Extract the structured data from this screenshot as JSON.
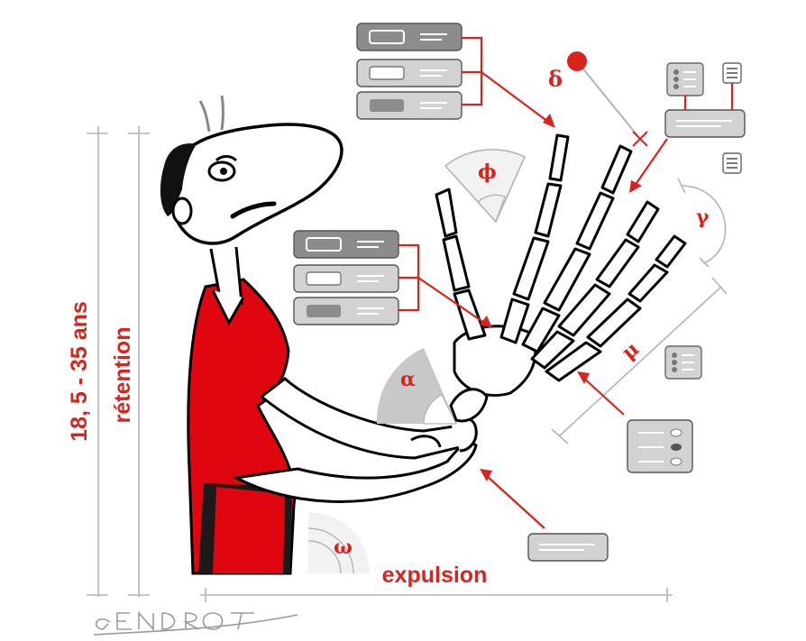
{
  "labels": {
    "age_range": "18, 5 - 35 ans",
    "retention": "rétention",
    "expulsion": "expulsion",
    "delta": "δ",
    "phi": "ϕ",
    "gamma": "γ",
    "mu": "μ",
    "alpha": "α",
    "omega": "ω"
  },
  "signature": "GENDROT",
  "colors": {
    "accent_red": "#d9231d",
    "shirt_red": "#e0060f",
    "box_gray": "#d2d2d2",
    "box_dark": "#8c8c8c",
    "line_gray": "#b4b4b4"
  }
}
